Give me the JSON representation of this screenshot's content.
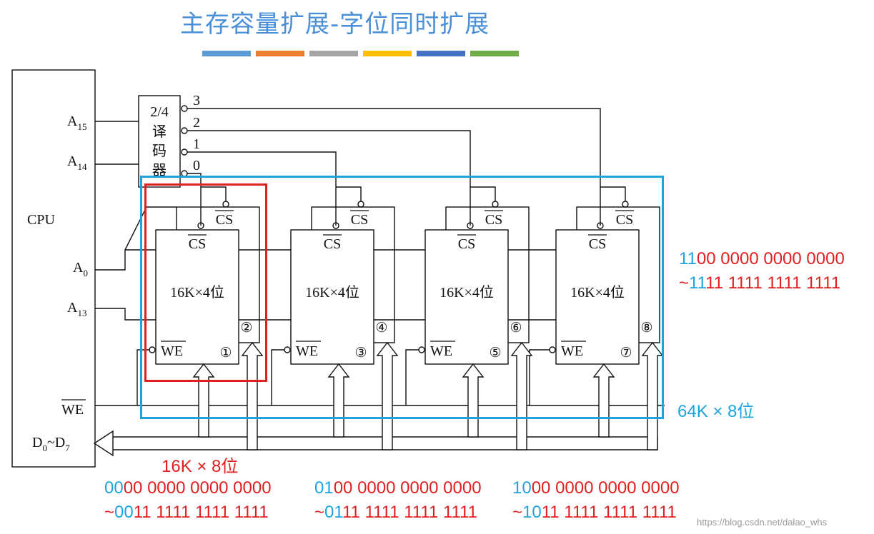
{
  "title": "主存容量扩展-字位同时扩展",
  "title_bar_colors": [
    "#5b9bd5",
    "#ed7d31",
    "#a5a5a5",
    "#ffc000",
    "#4472c4",
    "#70ad47"
  ],
  "cpu": {
    "label": "CPU",
    "pins": {
      "a15": {
        "base": "A",
        "sub": "15"
      },
      "a14": {
        "base": "A",
        "sub": "14"
      },
      "a0": {
        "base": "A",
        "sub": "0"
      },
      "a13": {
        "base": "A",
        "sub": "13"
      },
      "we": "WE",
      "data": {
        "d0": "0",
        "d7": "7",
        "base": "D",
        "sep": "~"
      }
    }
  },
  "decoder": {
    "lines": [
      "2/4",
      "译",
      "码",
      "器"
    ],
    "outputs": [
      "3",
      "2",
      "1",
      "0"
    ]
  },
  "chips": [
    {
      "cs": "CS",
      "size": "16K×4位",
      "we": "WE",
      "lower": "①",
      "upper": "②"
    },
    {
      "cs": "CS",
      "size": "16K×4位",
      "we": "WE",
      "lower": "③",
      "upper": "④"
    },
    {
      "cs": "CS",
      "size": "16K×4位",
      "we": "WE",
      "lower": "⑤",
      "upper": "⑥"
    },
    {
      "cs": "CS",
      "size": "16K×4位",
      "we": "WE",
      "lower": "⑦",
      "upper": "⑧"
    }
  ],
  "group_label": "16K × 8位",
  "total_label": "64K × 8位",
  "ranges": [
    {
      "start_hi": "00",
      "start_lo": "00 0000 0000 0000",
      "end_hi": "00",
      "end_lo": "11 1111 1111 1111"
    },
    {
      "start_hi": "01",
      "start_lo": "00 0000 0000 0000",
      "end_hi": "01",
      "end_lo": "11 1111 1111 1111"
    },
    {
      "start_hi": "10",
      "start_lo": "00 0000 0000 0000",
      "end_hi": "10",
      "end_lo": "11 1111 1111 1111"
    },
    {
      "start_hi": "11",
      "start_lo": "00 0000 0000 0000",
      "end_hi": "11",
      "end_lo": "11 1111 1111 1111"
    }
  ],
  "range_tilde": "~",
  "credit": "https://blog.csdn.net/dalao_whs"
}
